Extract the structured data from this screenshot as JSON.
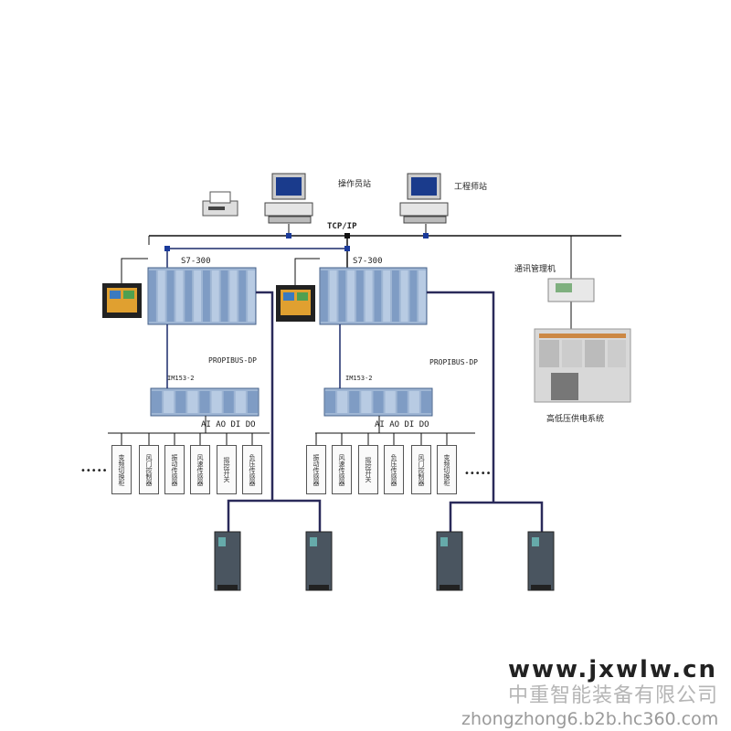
{
  "network": {
    "label": "TCP/IP"
  },
  "stations": {
    "operator": "操作员站",
    "engineer": "工程师站"
  },
  "comm_manager": "通讯管理机",
  "power_system": "高低压供电系统",
  "plcs": [
    {
      "label": "S7-300",
      "bus": "PROPIBUS-DP",
      "im": "IM153-2",
      "io": "AI AO DI DO",
      "sensors": [
        "变频切换柜",
        "风门控制器",
        "振动传感器",
        "风速传感器",
        "摇控开关",
        "负压传感器"
      ]
    },
    {
      "label": "S7-300",
      "bus": "PROPIBUS-DP",
      "im": "IM153-2",
      "io": "AI AO DI DO",
      "sensors": [
        "振动传感器",
        "风速传感器",
        "摇控开关",
        "负压传感器",
        "风门控制器",
        "变频切换柜"
      ]
    }
  ],
  "ellipsis": "•••••",
  "watermark": {
    "site": "www.jxwlw.cn",
    "company": "中重智能装备有限公司",
    "url": "zhongzhong6.b2b.hc360.com"
  },
  "colors": {
    "bus": "#2a2a5a",
    "plc": "#8aa6c8",
    "line": "#111"
  }
}
